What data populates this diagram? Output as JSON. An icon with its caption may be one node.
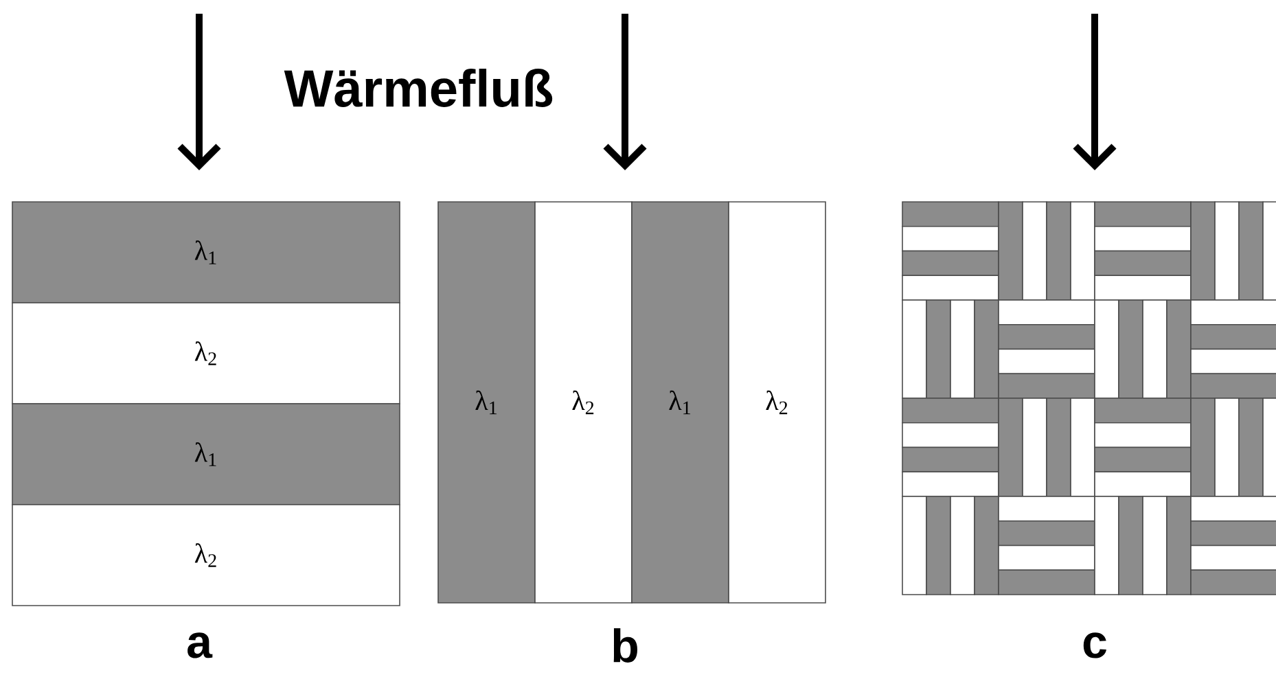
{
  "diagram": {
    "title": "Wärmefluß",
    "nodes": [
      {
        "text": [
          "λ$_{1}$"
        ]
      },
      {
        "text": [
          "λ$_{2}$"
        ]
      },
      {
        "text": [
          "λ$_{1}$"
        ]
      },
      {
        "text": [
          "λ$_{2}$"
        ]
      },
      {
        "text": [
          "λ$_{1}$"
        ]
      },
      {
        "text": [
          "λ$_{2}$"
        ]
      },
      {
        "text": [
          "λ$_{1}$"
        ]
      },
      {
        "text": [
          "λ$_{2}$"
        ]
      }
    ],
    "labels": [
      "a",
      "b",
      "c"
    ]
  }
}
